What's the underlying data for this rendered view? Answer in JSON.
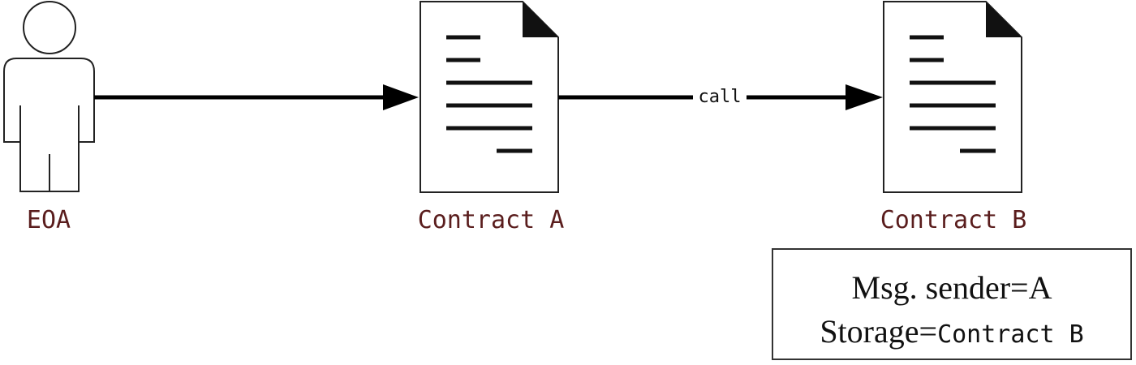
{
  "nodes": {
    "eoa": {
      "label": "EOA",
      "icon": "person-icon"
    },
    "contract_a": {
      "label": "Contract A",
      "icon": "document-icon"
    },
    "contract_b": {
      "label": "Contract B",
      "icon": "document-icon"
    }
  },
  "edges": [
    {
      "from": "EOA",
      "to": "Contract A",
      "label": ""
    },
    {
      "from": "Contract A",
      "to": "Contract B",
      "label": "call"
    }
  ],
  "info_box": {
    "line1_key": "Msg.",
    "line1_value": "sender=A",
    "line2_key": "Storage=",
    "line2_value": "Contract B"
  },
  "colors": {
    "node_label": "#5a1d1d",
    "stroke": "#000000"
  }
}
